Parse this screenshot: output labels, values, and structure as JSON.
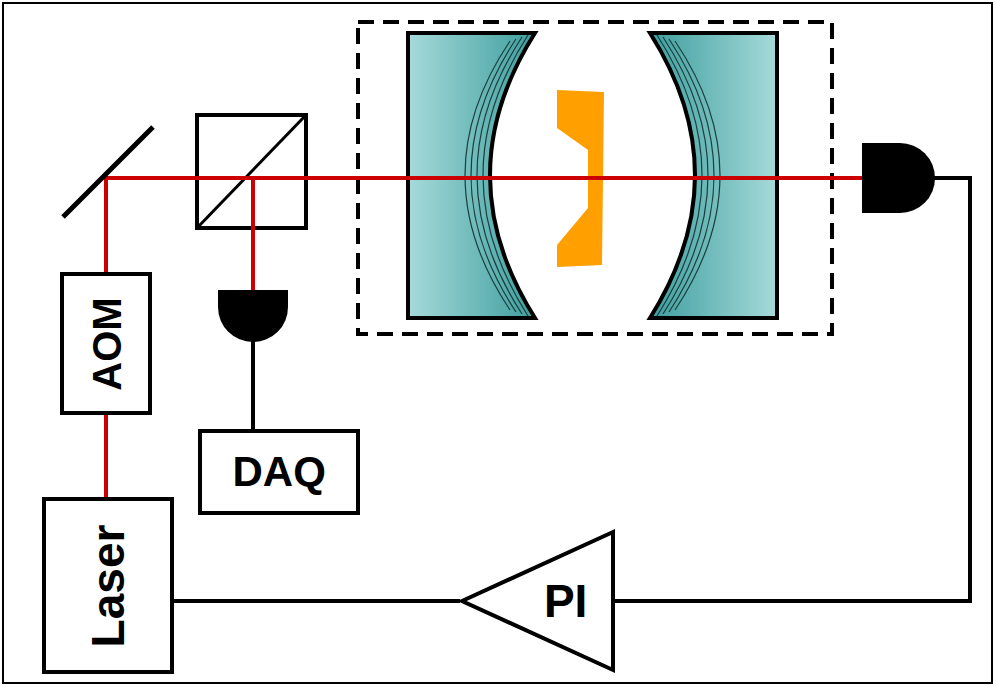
{
  "diagram": {
    "nodes": [
      {
        "text": [
          "AOM"
        ]
      },
      {
        "text": [
          "DAQ"
        ]
      },
      {
        "text": [
          "Laser"
        ]
      },
      {
        "text": [
          "PI"
        ]
      }
    ],
    "edges": [
      {
        "from": 2,
        "to": 0,
        "arrow": "none"
      },
      {
        "from": 3,
        "to": 2,
        "arrow": "none"
      }
    ]
  }
}
